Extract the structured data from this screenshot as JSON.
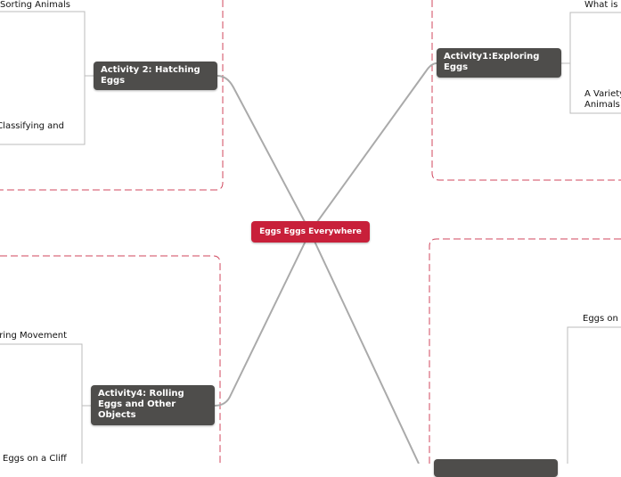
{
  "central": {
    "label": "Eggs Eggs Everywhere",
    "color": "#c8203a"
  },
  "branches": [
    {
      "label": "Activity1:Exploring Eggs",
      "children": [
        "What is",
        "A Variety of Animals"
      ]
    },
    {
      "label": "Activity 2: Hatching Eggs",
      "children": [
        "Sorting Animals",
        "Classifying and"
      ]
    },
    {
      "label": "Activity4: Rolling Eggs and Other Objects",
      "children": [
        "ring Movement",
        "Eggs on a Cliff"
      ]
    },
    {
      "label": "",
      "children": [
        "Eggs on"
      ]
    }
  ],
  "colors": {
    "node": "#4e4d4b",
    "boundary": "#d0475e",
    "connector": "#aaaaaa"
  }
}
